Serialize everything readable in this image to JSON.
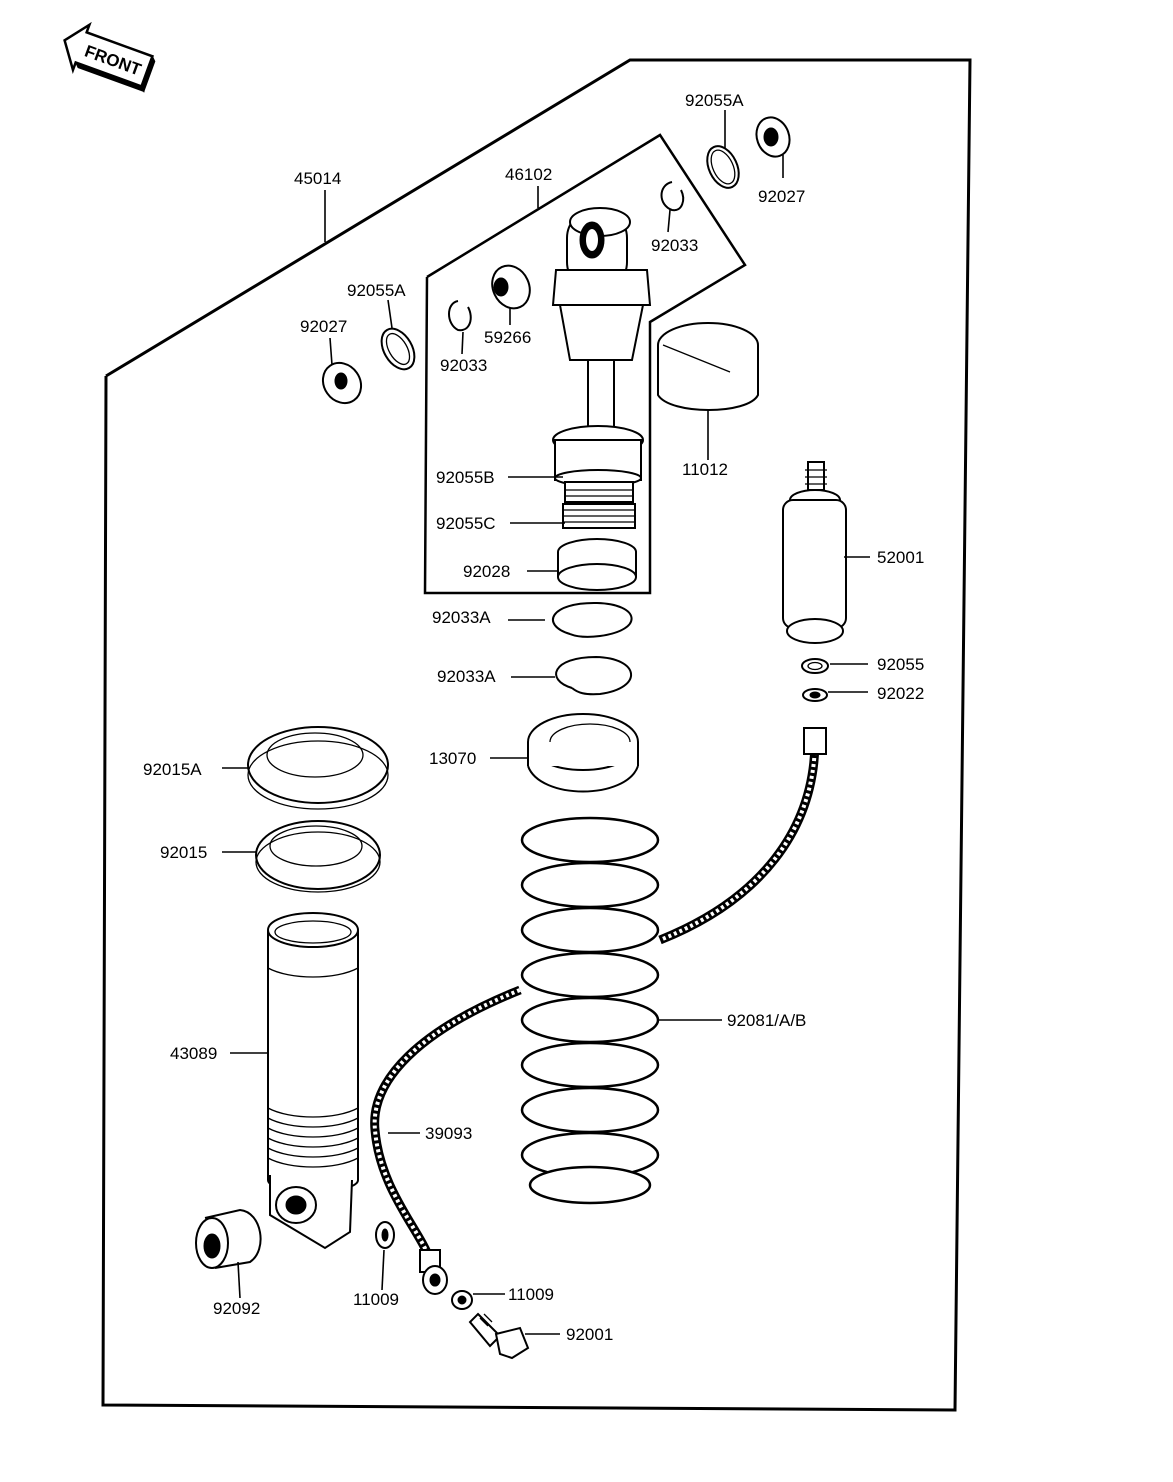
{
  "front_badge": "FRONT",
  "labels": {
    "p45014": "45014",
    "p46102": "46102",
    "p92055A_top": "92055A",
    "p92027_top": "92027",
    "p92033_top": "92033",
    "p92055A_left": "92055A",
    "p92027_left": "92027",
    "p92033_left": "92033",
    "p59266": "59266",
    "p11012": "11012",
    "p92055B": "92055B",
    "p92055C": "92055C",
    "p92028": "92028",
    "p52001": "52001",
    "p92033A_1": "92033A",
    "p92033A_2": "92033A",
    "p92055": "92055",
    "p92022": "92022",
    "p92015A": "92015A",
    "p13070": "13070",
    "p92015": "92015",
    "p92081": "92081/A/B",
    "p43089": "43089",
    "p39093": "39093",
    "p92092": "92092",
    "p11009_left": "11009",
    "p11009_right": "11009",
    "p92001": "92001"
  }
}
